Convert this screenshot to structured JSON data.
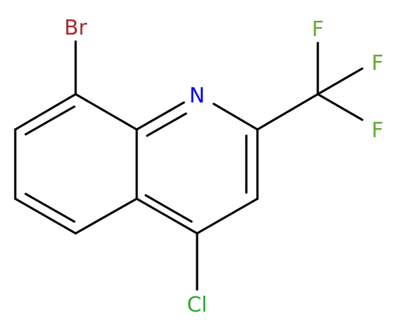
{
  "molecule": {
    "atoms": {
      "br": {
        "label": "Br",
        "color": "#a52a2a"
      },
      "n": {
        "label": "N",
        "color": "#0000ff"
      },
      "f1": {
        "label": "F",
        "color": "#66aa33"
      },
      "f2": {
        "label": "F",
        "color": "#66aa33"
      },
      "f3": {
        "label": "F",
        "color": "#66aa33"
      },
      "cl": {
        "label": "Cl",
        "color": "#2da82d"
      }
    },
    "bond_color": "#000000"
  }
}
